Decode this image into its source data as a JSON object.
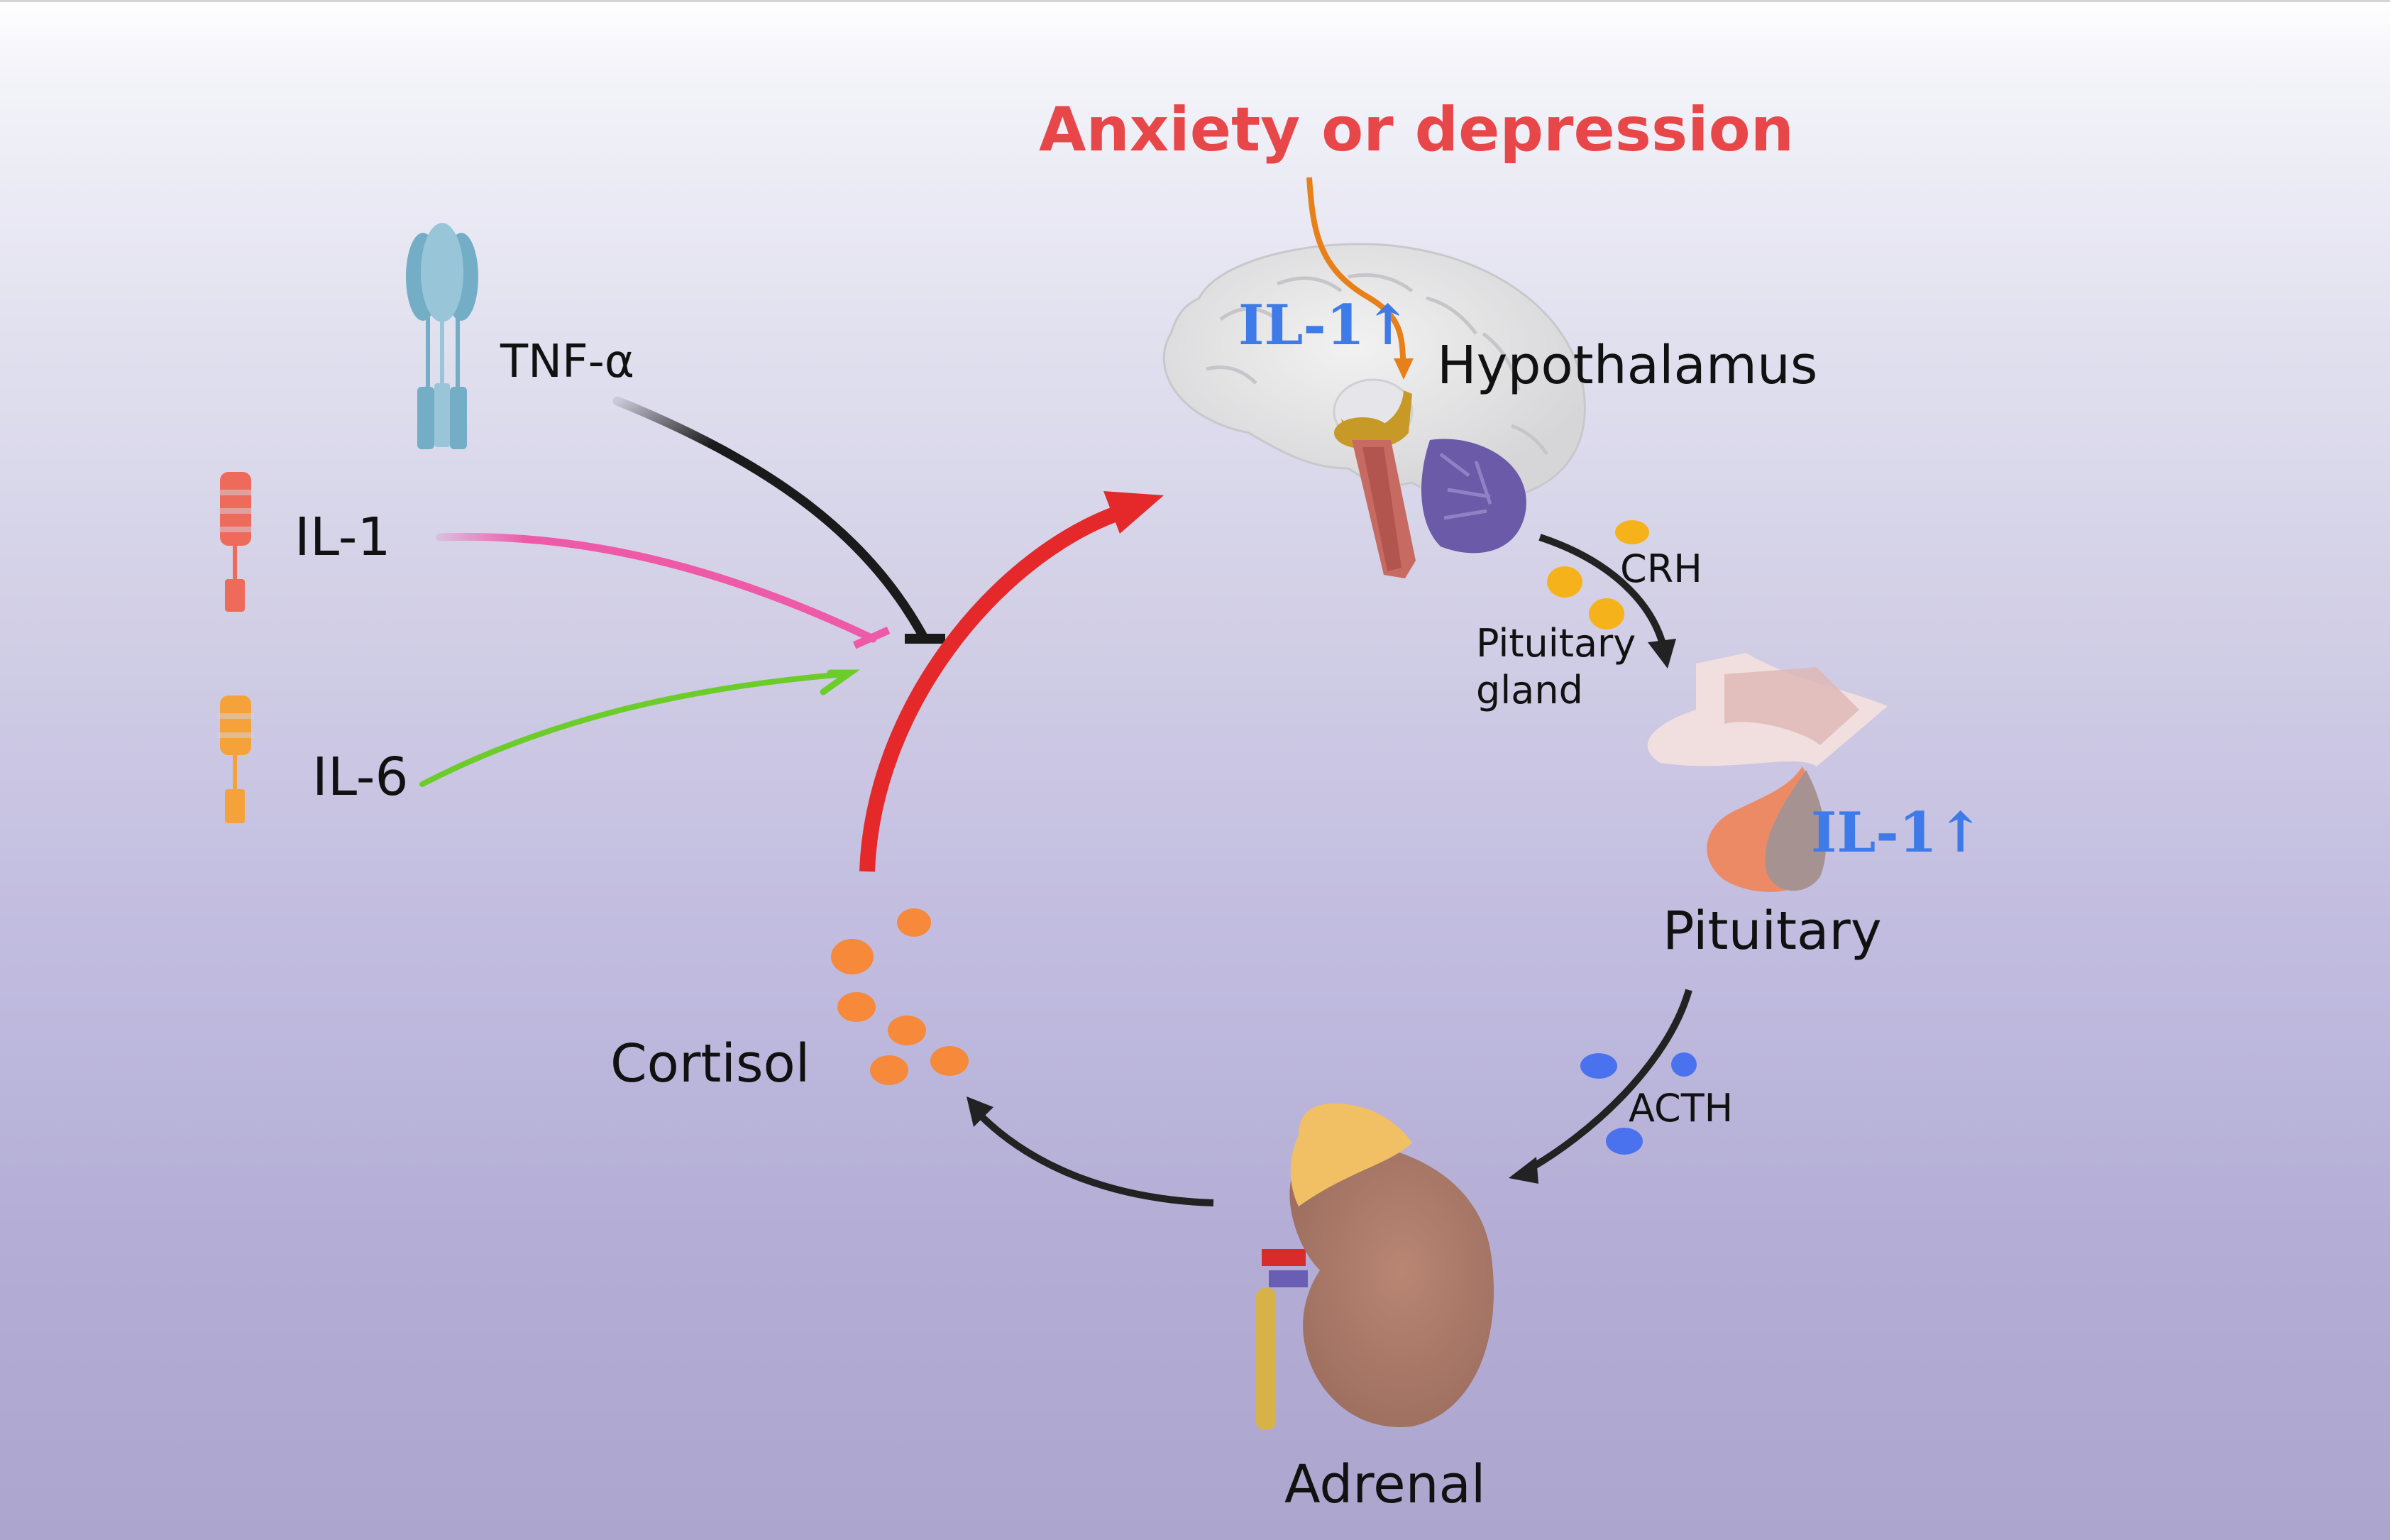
{
  "title": "Anxiety or depression",
  "cytokines": [
    {
      "name": "TNF-α",
      "effect": "inhibit",
      "color": "#1a1a1a",
      "icon_color": "#7fb6cc"
    },
    {
      "name": "IL-1",
      "effect": "inhibit",
      "color": "#ee5aa8",
      "icon_color": "#ee6a5a"
    },
    {
      "name": "IL-6",
      "effect": "activate",
      "color": "#6ccc2a",
      "icon_color": "#f5a23a"
    }
  ],
  "axis": {
    "hypothalamus": {
      "label": "Hypothalamus",
      "marker": "IL-1↑"
    },
    "pituitary_gland_label": "Pituitary gland",
    "pituitary_gland_line1": "Pituitary",
    "pituitary_gland_line2": "gland",
    "crh": "CRH",
    "pituitary": {
      "label": "Pituitary",
      "marker": "IL-1↑"
    },
    "acth": "ACTH",
    "adrenal": "Adrenal",
    "cortisol": "Cortisol"
  },
  "colors": {
    "title": "#e8474a",
    "marker": "#3f7be8",
    "feedback_arrow": "#e5282a",
    "stress_arrow": "#e8801a",
    "crh_dots": "#f6b21a",
    "acth_dots": "#4a72ef",
    "cortisol_dots": "#f6893a"
  }
}
